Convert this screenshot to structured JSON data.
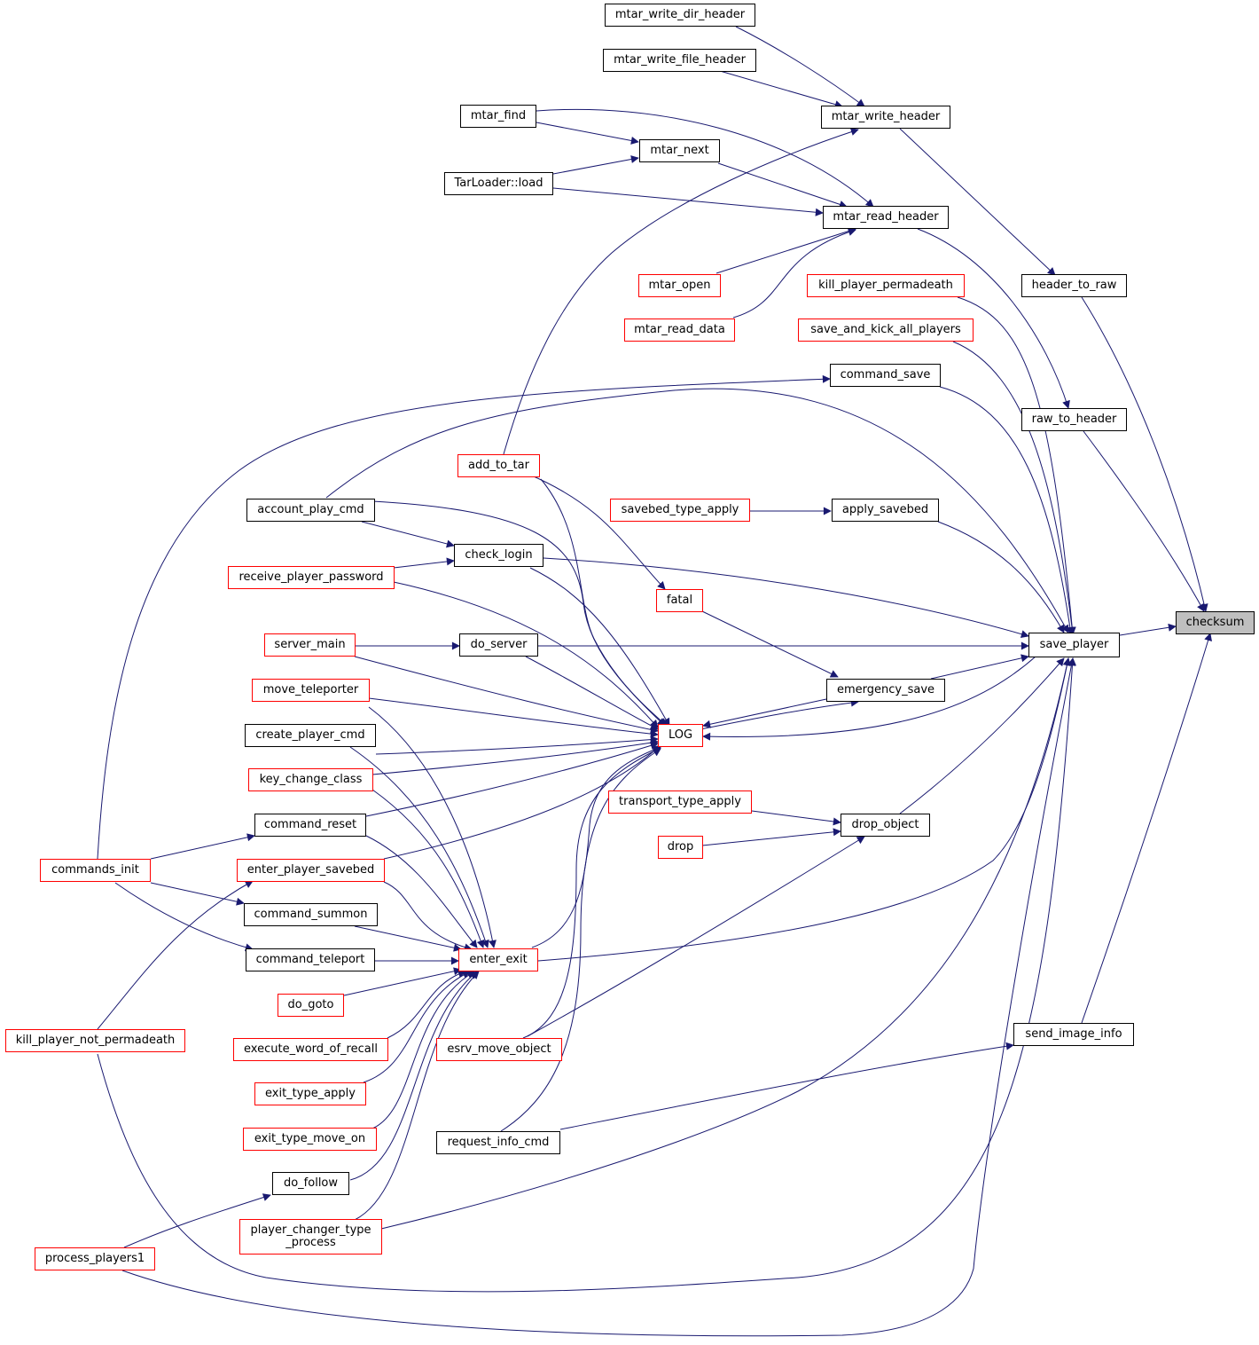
{
  "colors": {
    "edge": "#191970",
    "node_border": "#000000",
    "node_border_incomplete": "#ff0000",
    "focus_fill": "#bfbfbf"
  },
  "nodes": {
    "checksum": "checksum",
    "save_player": "save_player",
    "header_to_raw": "header_to_raw",
    "raw_to_header": "raw_to_header",
    "send_image_info": "send_image_info",
    "mtar_write_header": "mtar_write_header",
    "mtar_read_header": "mtar_read_header",
    "mtar_write_dir_header": "mtar_write_dir_header",
    "mtar_write_file_header": "mtar_write_file_header",
    "mtar_find": "mtar_find",
    "mtar_next": "mtar_next",
    "tarloader_load": "TarLoader::load",
    "mtar_open": "mtar_open",
    "mtar_read_data": "mtar_read_data",
    "kill_player_permadeath": "kill_player_permadeath",
    "save_and_kick_all_players": "save_and_kick_all_players",
    "command_save": "command_save",
    "apply_savebed": "apply_savebed",
    "savebed_type_apply": "savebed_type_apply",
    "add_to_tar": "add_to_tar",
    "account_play_cmd": "account_play_cmd",
    "check_login": "check_login",
    "receive_player_password": "receive_player_password",
    "fatal": "fatal",
    "do_server": "do_server",
    "server_main": "server_main",
    "emergency_save": "emergency_save",
    "move_teleporter": "move_teleporter",
    "log": "LOG",
    "create_player_cmd": "create_player_cmd",
    "key_change_class": "key_change_class",
    "transport_type_apply": "transport_type_apply",
    "drop_object": "drop_object",
    "command_reset": "command_reset",
    "drop": "drop",
    "commands_init": "commands_init",
    "enter_player_savebed": "enter_player_savebed",
    "command_summon": "command_summon",
    "command_teleport": "command_teleport",
    "enter_exit": "enter_exit",
    "do_goto": "do_goto",
    "kill_player_not_permadeath": "kill_player_not_permadeath",
    "execute_word_of_recall": "execute_word_of_recall",
    "esrv_move_object": "esrv_move_object",
    "exit_type_apply": "exit_type_apply",
    "request_info_cmd": "request_info_cmd",
    "exit_type_move_on": "exit_type_move_on",
    "do_follow": "do_follow",
    "player_changer_type_process": "player_changer_type\n_process",
    "process_players1": "process_players1"
  }
}
